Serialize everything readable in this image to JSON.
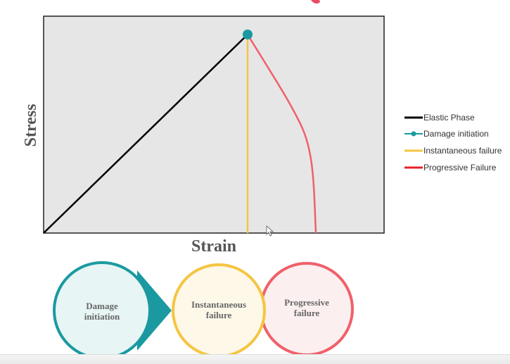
{
  "axes": {
    "xlabel": "Strain",
    "ylabel": "Stress"
  },
  "legend": {
    "items": [
      {
        "label": "Elastic Phase",
        "color": "#000000",
        "marker": "line"
      },
      {
        "label": "Damage initiation",
        "color": "#1a9aa0",
        "marker": "dot"
      },
      {
        "label": "Instantaneous failure",
        "color": "#f5c542",
        "marker": "line"
      },
      {
        "label": "Progressive Failure",
        "color": "#e8202a",
        "marker": "line"
      }
    ]
  },
  "curves": {
    "elastic_color": "#000000",
    "damage_color": "#1a9aa0",
    "instant_color": "#f5c542",
    "progressive_color": "#f0606a"
  },
  "stages": {
    "damage": {
      "line1": "Damage",
      "line2": "initiation"
    },
    "instant": {
      "line1": "Instantaneous",
      "line2": "failure"
    },
    "progressive": {
      "line1": "Progressive",
      "line2": "failure"
    }
  },
  "colors": {
    "plot_bg": "#e6e6e6",
    "teal": "#1a9aa0",
    "teal_fill": "#e7f5f5",
    "yellow": "#f5c542",
    "yellow_fill": "#fdf8e8",
    "pink": "#f0606a",
    "pink_fill": "#fcefef",
    "title_fragment": "#e94b63"
  }
}
